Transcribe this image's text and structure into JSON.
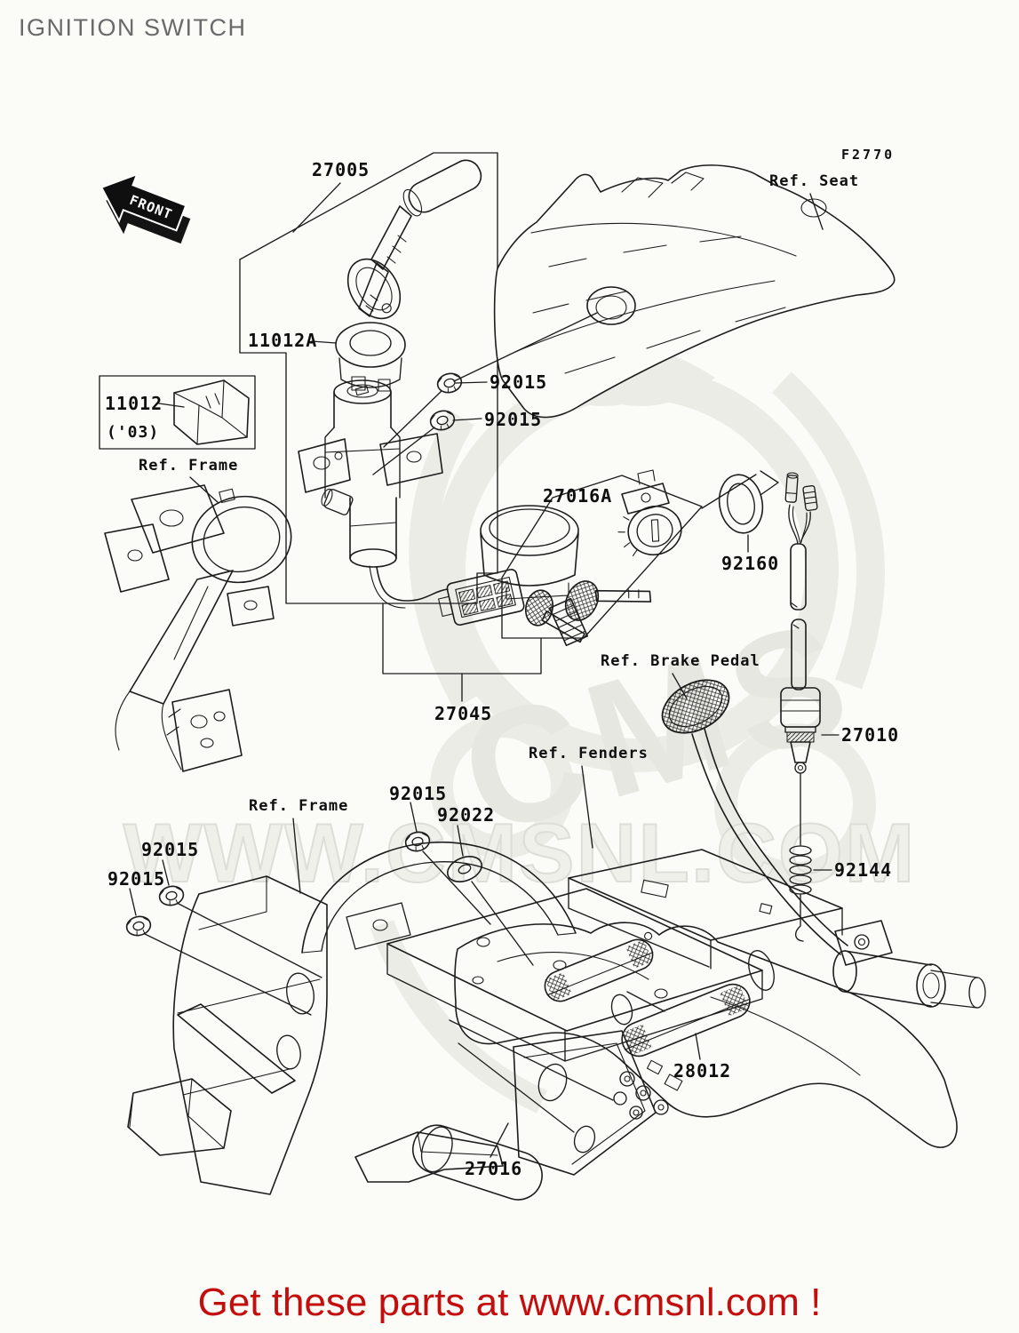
{
  "page": {
    "title": "IGNITION SWITCH",
    "figure_code": "F2770",
    "front_marker": "FRONT",
    "footer_text": "Get these parts at www.cmsnl.com !",
    "watermark_logo": "CMS",
    "watermark_text": "WWW.CMSNL.COM",
    "colors": {
      "background": "#fbfbf7",
      "line": "#1c1c1c",
      "label": "#0f0f0f",
      "title": "#6a6a6a",
      "footer_red": "#c40e0e",
      "watermark": "#e9e9e3"
    }
  },
  "labels": [
    {
      "text": "27005"
    },
    {
      "text": "Ref. Seat"
    },
    {
      "text": "11012A"
    },
    {
      "text": "92015"
    },
    {
      "text": "92015"
    },
    {
      "text": "11012"
    },
    {
      "text": "('03)"
    },
    {
      "text": "Ref. Frame"
    },
    {
      "text": "27016A"
    },
    {
      "text": "92160"
    },
    {
      "text": "Ref. Brake Pedal"
    },
    {
      "text": "27045"
    },
    {
      "text": "27010"
    },
    {
      "text": "Ref. Fenders"
    },
    {
      "text": "92015"
    },
    {
      "text": "92022"
    },
    {
      "text": "Ref. Frame"
    },
    {
      "text": "92015"
    },
    {
      "text": "92015"
    },
    {
      "text": "92144"
    },
    {
      "text": "28012"
    },
    {
      "text": "27016"
    }
  ]
}
